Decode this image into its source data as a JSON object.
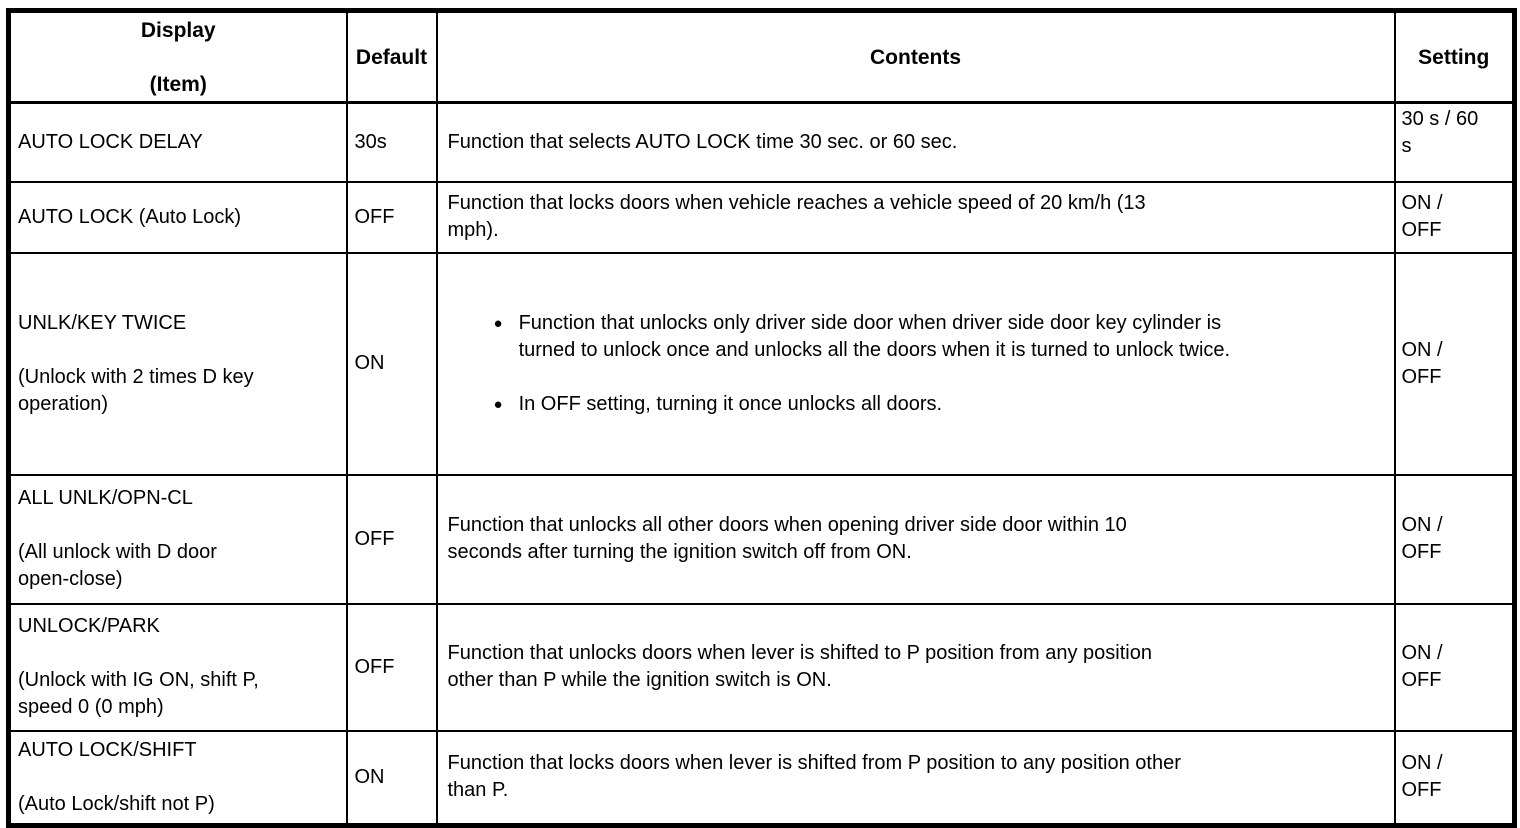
{
  "table": {
    "header": {
      "display": "Display\n\n(Item)",
      "default": "Default",
      "contents": "Contents",
      "setting": "Setting"
    },
    "rows": [
      {
        "display": "AUTO LOCK DELAY",
        "default": "30s",
        "contents": "Function that selects AUTO LOCK time 30 sec. or 60 sec.",
        "setting": "30 s / 60\ns"
      },
      {
        "display": "AUTO LOCK (Auto Lock)",
        "default": "OFF",
        "contents": "Function that locks doors when vehicle reaches a vehicle speed of 20 km/h (13\nmph).",
        "setting": "ON /\nOFF"
      },
      {
        "display": "UNLK/KEY TWICE\n\n(Unlock with 2 times D key\noperation)",
        "default": "ON",
        "bullet_glyph": "●",
        "bullets": [
          "Function that unlocks only driver side door when driver side door key cylinder is\nturned to unlock once and unlocks all the doors when it is turned to unlock twice.",
          "In OFF setting, turning it once unlocks all doors."
        ],
        "setting": "ON /\nOFF"
      },
      {
        "display": "ALL UNLK/OPN-CL\n\n(All unlock with D door\nopen-close)",
        "default": "OFF",
        "contents": "Function that unlocks all other doors when opening driver side door within 10\nseconds after turning the ignition switch off from ON.",
        "setting": "ON /\nOFF"
      },
      {
        "display": "UNLOCK/PARK\n\n(Unlock with IG ON, shift P,\nspeed 0 (0 mph)",
        "default": "OFF",
        "contents": "Function that unlocks doors when lever is shifted to P position from any position\nother than P while the ignition switch is ON.",
        "setting": "ON /\nOFF"
      },
      {
        "display": "AUTO LOCK/SHIFT\n\n(Auto Lock/shift not P)",
        "default": "ON",
        "contents": "Function that locks doors when lever is shifted from P position to any position other\nthan P.",
        "setting": "ON /\nOFF"
      }
    ]
  }
}
